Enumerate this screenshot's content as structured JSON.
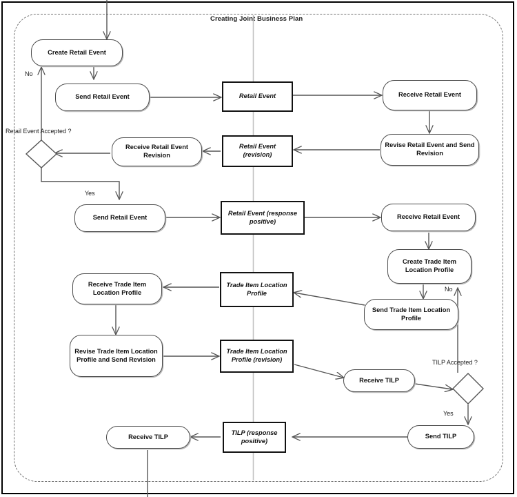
{
  "diagram": {
    "title": "Creating Joint Business Plan",
    "type": "uml-activity-diagram",
    "colors": {
      "action_border": "#4a4a4a",
      "object_border": "#111111",
      "partition_border": "#6e6e6e",
      "edge": "#555555",
      "frame": "#000000"
    }
  },
  "nodes": {
    "create_retail_event": "Create Retail Event",
    "send_retail_event_1": "Send Retail Event",
    "retail_event_obj": "Retail Event",
    "receive_retail_event_1": "Receive Retail Event",
    "revise_retail_event": "Revise Retail Event and Send Revision",
    "retail_event_revision_obj": "Retail Event (revision)",
    "receive_retail_event_revision": "Receive Retail Event Revision",
    "send_retail_event_2": "Send Retail Event",
    "retail_event_response_obj": "Retail Event (response positive)",
    "receive_retail_event_2": "Receive Retail Event",
    "create_tilp": "Create Trade Item Location Profile",
    "send_tilp": "Send Trade Item Location Profile",
    "tilp_obj": "Trade Item Location Profile",
    "receive_tilp_profile": "Receive Trade Item Location Profile",
    "revise_tilp": "Revise Trade Item Location Profile and Send Revision",
    "tilp_revision_obj": "Trade Item Location Profile (revision)",
    "receive_tilp_1": "Receive TILP",
    "send_tilp_final": "Send TILP",
    "tilp_response_obj": "TILP (response positive)",
    "receive_tilp_2": "Receive TILP"
  },
  "decisions": {
    "retail_event_accepted": "Retail Event Accepted ?",
    "tilp_accepted": "TILP Accepted ?"
  },
  "edge_labels": {
    "retail_no": "No",
    "retail_yes": "Yes",
    "tilp_no": "No",
    "tilp_yes": "Yes"
  }
}
